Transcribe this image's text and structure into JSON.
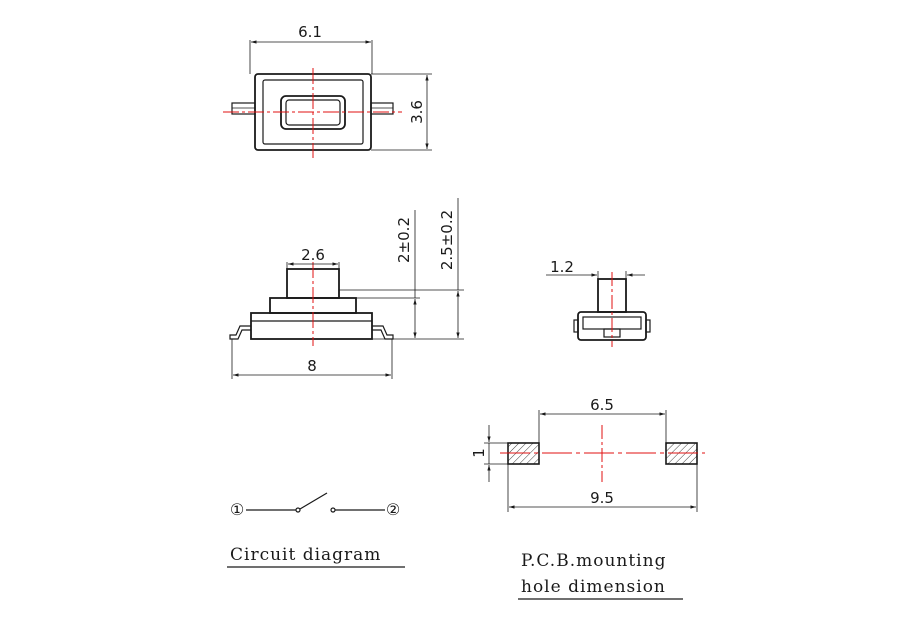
{
  "top_view": {
    "width_label": "6.1",
    "height_label": "3.6"
  },
  "side_view": {
    "actuator_label": "2.6",
    "height_label_1": "2±0.2",
    "height_label_2": "2.5±0.2",
    "length_label": "8"
  },
  "end_view": {
    "width_label": "1.2"
  },
  "pcb": {
    "pitch_label": "6.5",
    "pad_label": "1",
    "overall_label": "9.5"
  },
  "circuit": {
    "pin1": "①",
    "pin2": "②"
  },
  "captions": {
    "circuit": "Circuit diagram",
    "pcb_line1": "P.C.B.mounting",
    "pcb_line2": "hole dimension"
  },
  "colors": {
    "line": "#1a1a1a",
    "center_line": "#e01010"
  }
}
